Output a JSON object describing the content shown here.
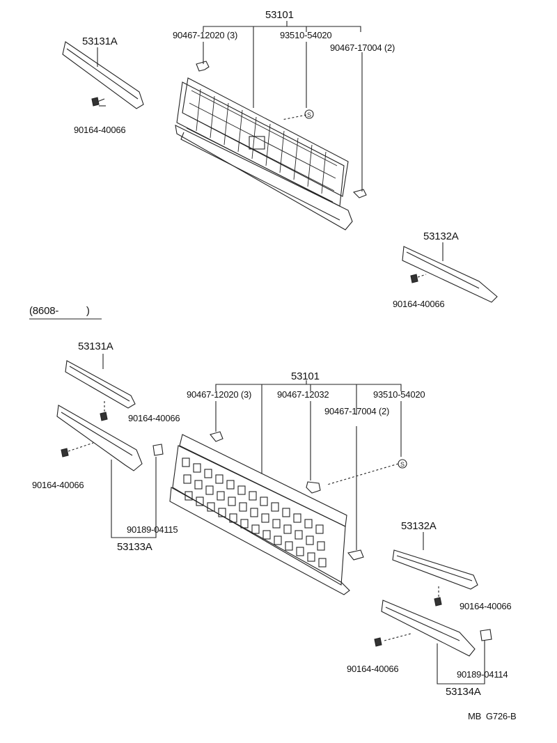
{
  "upper": {
    "grille_assembly": "53101",
    "part_a": "90467-12020 (3)",
    "part_b": "93510-54020",
    "part_c": "90467-17004 (2)",
    "left_moulding": "53131A",
    "left_screw": "90164-40066",
    "right_moulding": "53132A",
    "right_screw": "90164-40066"
  },
  "section_label": "(8608-          )",
  "lower": {
    "grille_assembly": "53101",
    "part_a": "90467-12020 (3)",
    "part_b": "90467-12032",
    "part_c": "93510-54020",
    "part_d": "90467-17004 (2)",
    "left_moulding": "53131A",
    "left_screw_1": "90164-40066",
    "left_screw_2": "90164-40066",
    "left_clip": "90189-04115",
    "left_assembly": "53133A",
    "right_moulding": "53132A",
    "right_screw_1": "90164-40066",
    "right_screw_2": "90164-40066",
    "right_clip": "90189-04114",
    "right_assembly": "53134A"
  },
  "footer_code": "MB  G726-B"
}
